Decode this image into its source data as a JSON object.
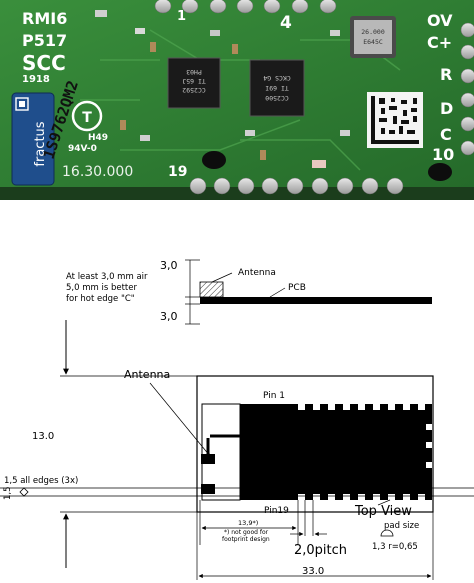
{
  "photo": {
    "silkscreen": {
      "model": "RMI6",
      "part": "P517",
      "brand": "SCC",
      "code": "1918",
      "pin_1": "1",
      "pin_4": "4",
      "pin_19": "19",
      "ov": "OV",
      "cplus": "C+",
      "r": "R",
      "d": "D",
      "c": "C",
      "ten": "10",
      "batch": "16.30.000",
      "material": "94V-0",
      "week": "H49"
    },
    "chip_left": {
      "line1": "CC2592",
      "line2": "TI 65J",
      "line3": "PH03"
    },
    "chip_right": {
      "line1": "CC2500",
      "line2": "TI 69I",
      "line3": "CKCS G4"
    },
    "crystal": {
      "line1": "26.000",
      "line2": "E645C"
    },
    "antenna_brand": "fractus",
    "vertical_print": "1S9762QM2"
  },
  "drawing": {
    "side_view": {
      "top_clearance": "3,0",
      "bottom_clearance": "3,0",
      "air_note_1": "At least 3,0 mm air",
      "air_note_2": "5,0 mm is better",
      "air_note_3": "for hot edge \"C\"",
      "antenna_label": "Antenna",
      "pcb_label": "PCB"
    },
    "top_view": {
      "antenna_label": "Antenna",
      "height_dim": "13.0",
      "edge_label": "1,5 all edges (3x)",
      "edge_value": "1,5",
      "pin1_label": "Pin 1",
      "pin19_label": "Pin19",
      "view_label": "Top View",
      "pad_size_label": "pad size",
      "pad_size_value": "1,3 r=0,65",
      "keepout_value": "13,9*)",
      "keepout_note_1": "*) not good for",
      "keepout_note_2": "footprint design",
      "pitch_label": "2,0pitch",
      "width_dim": "33.0"
    }
  }
}
